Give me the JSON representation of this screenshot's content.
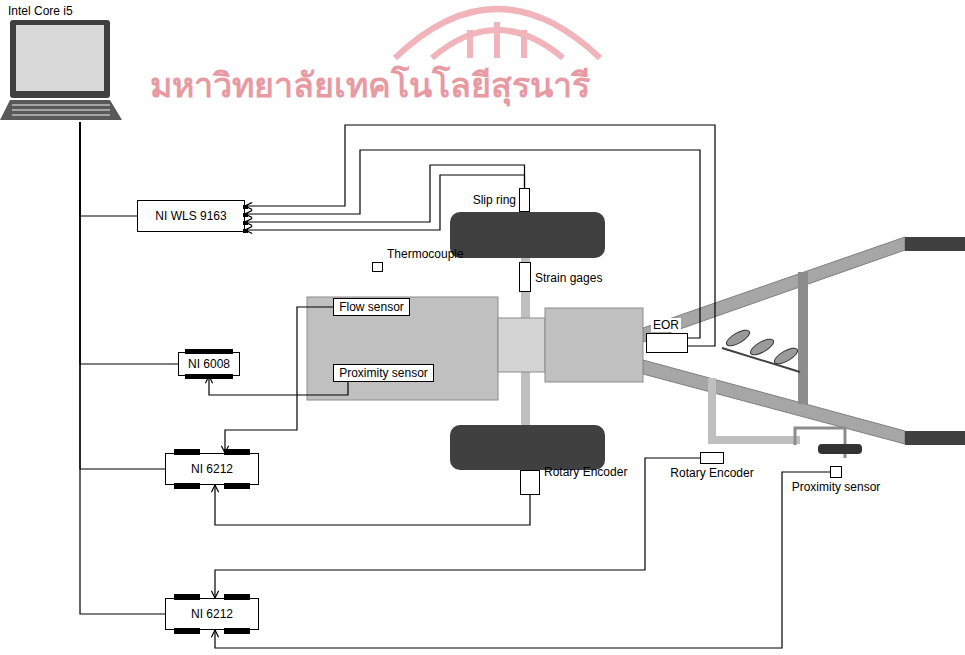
{
  "diagram": {
    "nodes": [
      {
        "text": [
          "Intel Core i5"
        ]
      },
      {
        "text": [
          "NI WLS 9163"
        ]
      },
      {
        "text": [
          "Slip ring"
        ]
      },
      {
        "text": [
          "Thermocouple"
        ]
      },
      {
        "text": [
          "Flow sensor"
        ]
      },
      {
        "text": [
          "Strain gages"
        ]
      },
      {
        "text": [
          "NI 6008"
        ]
      },
      {
        "text": [
          "Proximity sensor"
        ]
      },
      {
        "text": [
          "EOR"
        ]
      },
      {
        "text": [
          "NI 6212"
        ]
      },
      {
        "text": [
          "Rotary Encoder"
        ]
      },
      {
        "text": [
          "Rotary Encoder"
        ]
      },
      {
        "text": [
          "Proximity sensor"
        ]
      },
      {
        "text": [
          "NI 6212"
        ]
      }
    ],
    "edges": [
      {
        "from": 0,
        "to": 1,
        "arrow": "none"
      },
      {
        "from": 0,
        "to": 6,
        "arrow": "none"
      },
      {
        "from": 0,
        "to": 9,
        "arrow": "none"
      },
      {
        "from": 0,
        "to": 13,
        "arrow": "none"
      },
      {
        "from": 8,
        "to": 1,
        "arrow": "to"
      },
      {
        "from": 8,
        "to": 1,
        "arrow": "to"
      },
      {
        "from": 2,
        "to": 1,
        "arrow": "to"
      },
      {
        "from": 2,
        "to": 1,
        "arrow": "to"
      },
      {
        "from": 7,
        "to": 6,
        "arrow": "to"
      },
      {
        "from": 4,
        "to": 9,
        "arrow": "to"
      },
      {
        "from": 10,
        "to": 9,
        "arrow": "to"
      },
      {
        "from": 11,
        "to": 13,
        "arrow": "to"
      },
      {
        "from": 12,
        "to": 13,
        "arrow": "to"
      }
    ],
    "labels": [
      "มหาวิทยาลัยเทคโนโลยีสุรนารี"
    ]
  }
}
